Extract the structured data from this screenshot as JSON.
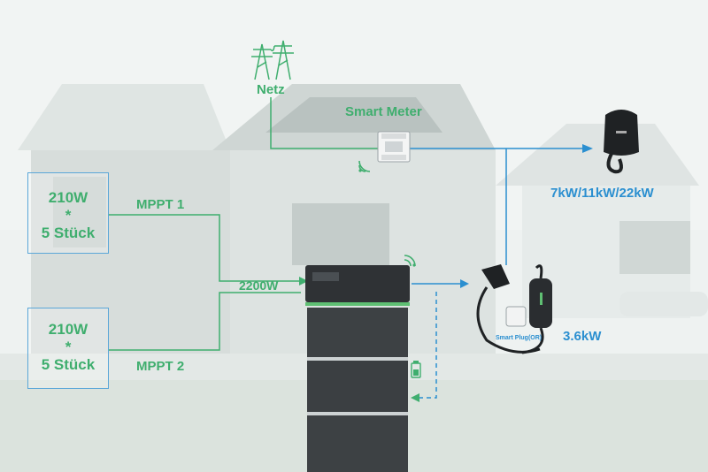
{
  "grid": {
    "label": "Netz"
  },
  "meter": {
    "label": "Smart Meter"
  },
  "panels": [
    {
      "power": "210W",
      "times": "*",
      "count": "5 Stück",
      "mppt": "MPPT 1"
    },
    {
      "power": "210W",
      "times": "*",
      "count": "5 Stück",
      "mppt": "MPPT 2"
    }
  ],
  "combined": {
    "label": "2200W"
  },
  "wallbox": {
    "label": "7kW/11kW/22kW"
  },
  "mobile_charger": {
    "label": "3.6kW",
    "plug_label": "Smart Plug(OR)"
  },
  "colors": {
    "green": "#3fae6e",
    "blue": "#2b8fd0",
    "battery": "#3a3d40"
  }
}
